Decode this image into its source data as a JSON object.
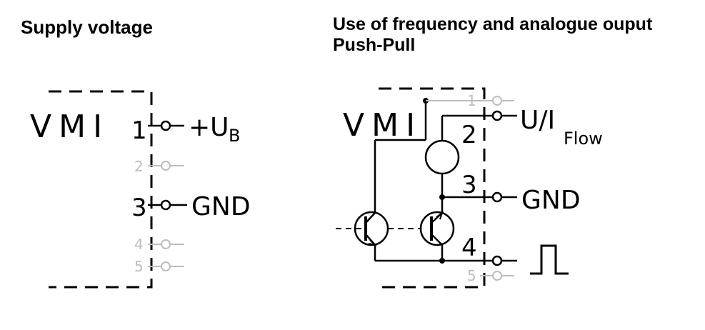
{
  "left_diagram": {
    "title": "Supply voltage",
    "device_label": "VMI",
    "pins": [
      {
        "number": "1",
        "signal_main": "+U",
        "signal_sub": "B",
        "active": true
      },
      {
        "number": "2",
        "active": false
      },
      {
        "number": "3",
        "signal_main": "GND",
        "active": true
      },
      {
        "number": "4",
        "active": false
      },
      {
        "number": "5",
        "active": false
      }
    ]
  },
  "right_diagram": {
    "title_line1": "Use of frequency and analogue ouput",
    "title_line2": "Push-Pull",
    "device_label": "VMI",
    "pins": [
      {
        "number": "1",
        "active": false
      },
      {
        "number": "2",
        "signal_main": "U/I",
        "signal_sub": "Flow",
        "active": true
      },
      {
        "number": "3",
        "signal_main": "GND",
        "active": true
      },
      {
        "number": "4",
        "signal": "pulse",
        "active": true
      },
      {
        "number": "5",
        "active": false
      }
    ]
  },
  "colors": {
    "line": "#000000",
    "inactive": "#bdbdbd"
  }
}
